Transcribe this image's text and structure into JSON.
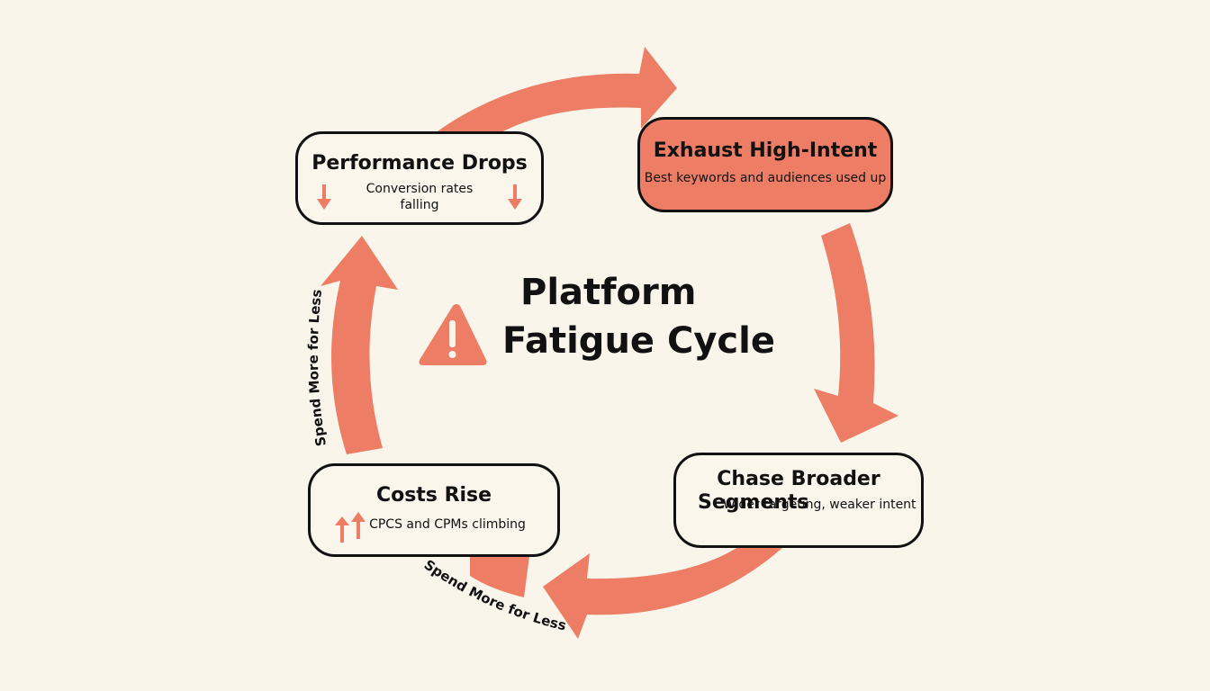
{
  "title": {
    "line1": "Platform",
    "line2": "Fatigue Cycle",
    "icon": "warning-icon"
  },
  "colors": {
    "background": "#f9f5ea",
    "accent": "#ee7d65",
    "text": "#111111"
  },
  "nodes": [
    {
      "id": "performance-drops",
      "title": "Performance Drops",
      "desc_line1": "Conversion rates",
      "desc_line2": "falling",
      "icon": "down-arrow-icon"
    },
    {
      "id": "exhaust-high-intent",
      "title": "Exhaust High-Intent",
      "desc": "Best keywords and audiences used up",
      "highlighted": true
    },
    {
      "id": "chase-broader-segments",
      "title_line1": "Chase Broader",
      "title_line2": "Segments",
      "desc": "Wider targeting, weaker intent"
    },
    {
      "id": "costs-rise",
      "title": "Costs Rise",
      "desc": "CPCS and CPMs climbing",
      "icon": "up-arrows-icon"
    }
  ],
  "labels": {
    "left_arc": "Spend More for Less",
    "bottom_arc": "Spend More for Less"
  }
}
